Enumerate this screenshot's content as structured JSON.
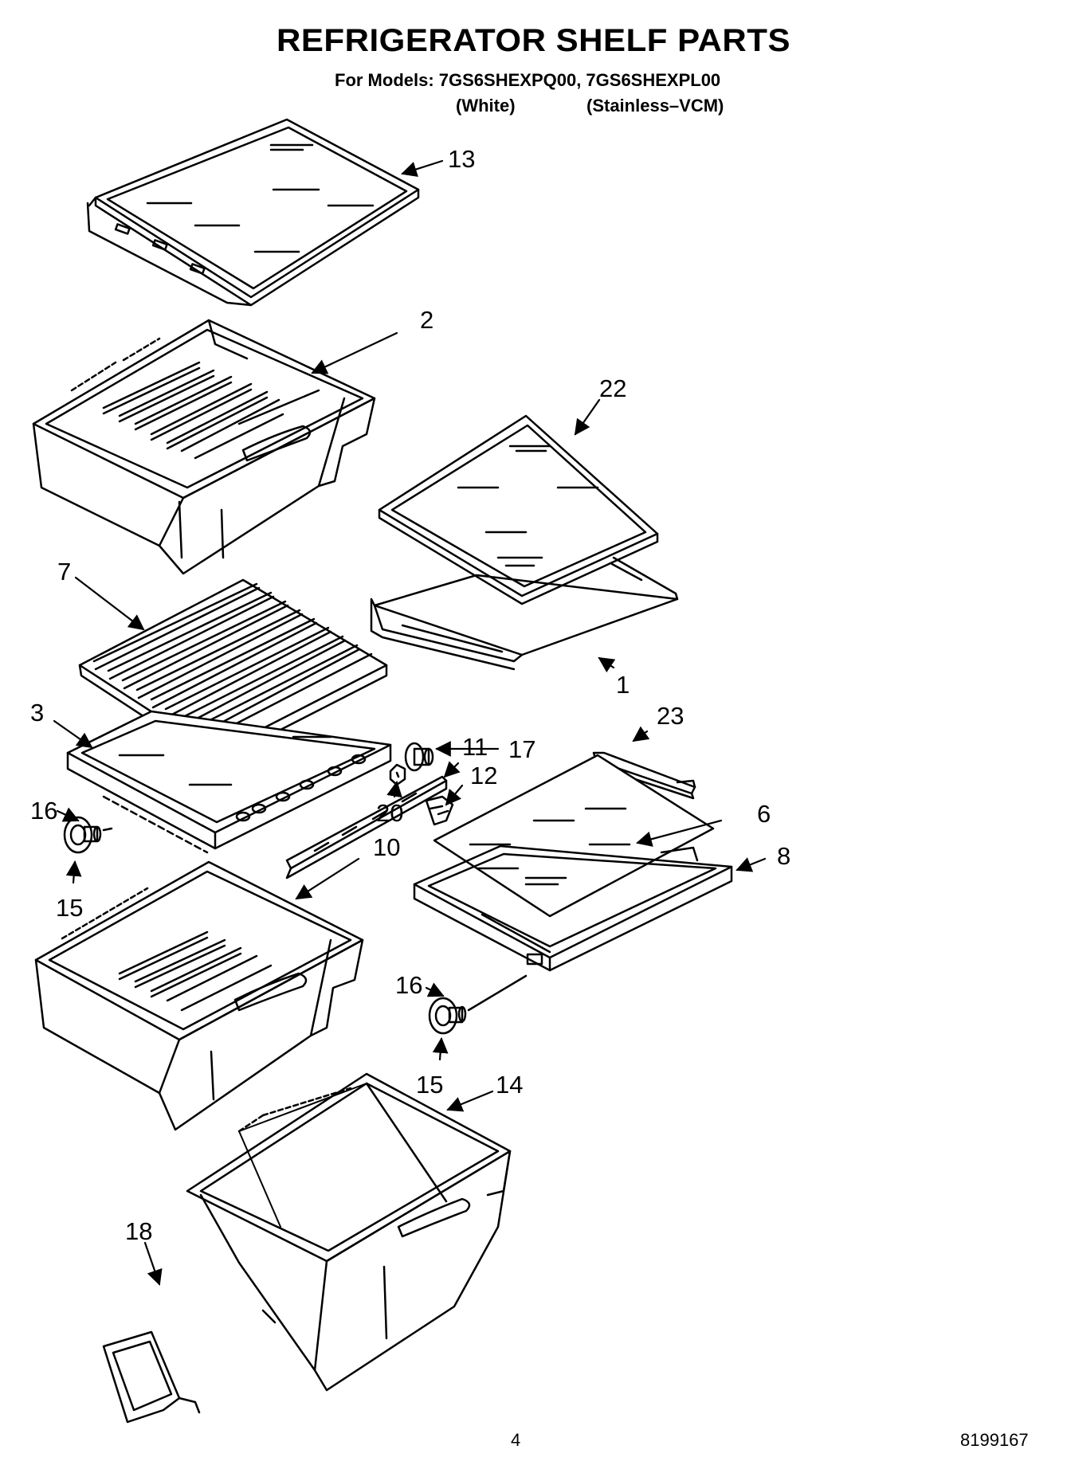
{
  "header": {
    "title": "REFRIGERATOR SHELF PARTS",
    "models_line": "For Models: 7GS6SHEXPQ00, 7GS6SHEXPL00",
    "variant_1": "(White)",
    "variant_2": "(Stainless–VCM)"
  },
  "callouts": {
    "c13": "13",
    "c2": "2",
    "c22": "22",
    "c7": "7",
    "c1": "1",
    "c3": "3",
    "c17": "17",
    "c23": "23",
    "c20": "20",
    "c11": "11",
    "c12": "12",
    "c16a": "16",
    "c6": "6",
    "c10": "10",
    "c8": "8",
    "c15a": "15",
    "c16b": "16",
    "c15b": "15",
    "c14": "14",
    "c18": "18"
  },
  "footer": {
    "page_number": "4",
    "document_number": "8199167"
  }
}
